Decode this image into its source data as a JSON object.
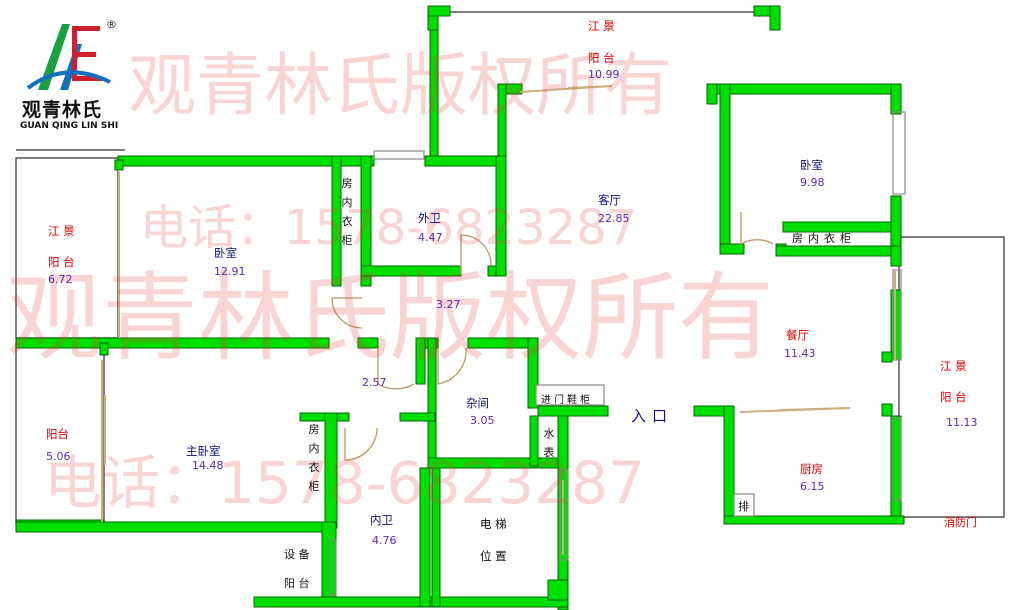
{
  "logo": {
    "name_cn": "观青林氏",
    "name_en": "GUAN QING LIN SHI",
    "registered": "®"
  },
  "watermark": {
    "line1": "观青林氏版权所有",
    "line2": "电话：1578-6823287",
    "line3": "观青林氏版权所有",
    "line4": "电话：1578-6823287"
  },
  "rooms": {
    "top_balcony": {
      "title": "江  景",
      "sub": "阳  台",
      "area": "10.99"
    },
    "left_balcony": {
      "title": "江  景",
      "sub": "阳  台",
      "area": "6.72"
    },
    "bedroom_left": {
      "title": "卧室",
      "area": "12.91"
    },
    "guest_bath": {
      "title": "外卫",
      "area": "4.47"
    },
    "living": {
      "title": "客厅",
      "area": "22.85"
    },
    "bedroom_right": {
      "title": "卧室",
      "area": "9.98"
    },
    "corridor": {
      "area": "3.27"
    },
    "corridor2": {
      "area": "2.57"
    },
    "dining": {
      "title": "餐厅",
      "area": "11.43"
    },
    "right_balcony": {
      "title": "江  景",
      "sub": "阳  台",
      "area": "11.13"
    },
    "master_balcony": {
      "title": "阳台",
      "area": "5.06"
    },
    "master_bedroom": {
      "title": "主卧室",
      "area": "14.48"
    },
    "storage": {
      "title": "杂间",
      "area": "3.05"
    },
    "kitchen": {
      "title": "厨房",
      "area": "6.15"
    },
    "inner_bath": {
      "title": "内卫",
      "area": "4.76"
    },
    "elevator": {
      "title": "电  梯",
      "sub": "位  置"
    },
    "equip_balcony": {
      "title": "设 备",
      "sub": "阳 台"
    }
  },
  "fixtures": {
    "wardrobe1": "房内衣柜",
    "wardrobe2": "房内衣柜",
    "wardrobe3": "房内衣柜",
    "shoe_cabinet": "进门鞋柜",
    "water_meter": "水表",
    "exhaust": "排"
  },
  "entry_label": "入口",
  "fire_door": "消防门",
  "colors": {
    "wall": "#00e000",
    "wall_edge": "#006400",
    "red": "#e00000",
    "blue": "#101080",
    "purple": "#5a2ab0"
  }
}
